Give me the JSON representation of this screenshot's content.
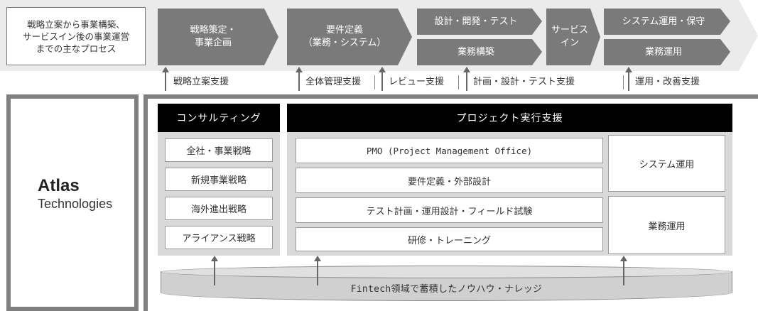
{
  "intro": {
    "line1": "戦略立案から事業構築、",
    "line2": "サービスイン後の事業運営",
    "line3": "までの主なプロセス"
  },
  "stages": {
    "strategy": "戦略策定・\n事業企画",
    "requirements": "要件定義\n（業務・システム）",
    "dev": "設計・開発・テスト",
    "business_build": "業務構築",
    "service_in": "サービス\nイン",
    "ops": "システム運用・保守",
    "biz_ops": "業務運用"
  },
  "supports": {
    "strategy": "戦略立案支援",
    "overall": "全体管理支援",
    "review": "レビュー支援",
    "plan_design_test": "計画・設計・テスト支援",
    "ops_improve": "運用・改善支援"
  },
  "company": {
    "name": "Atlas",
    "sub": "Technologies"
  },
  "consulting": {
    "title": "コンサルティング",
    "items": [
      "全社・事業戦略",
      "新規事業戦略",
      "海外進出戦略",
      "アライアンス戦略"
    ]
  },
  "project": {
    "title": "プロジェクト実行支援",
    "items": [
      "PMO (Project Management Office)",
      "要件定義・外部設計",
      "テスト計画・運用設計・フィールド試験",
      "研修・トレーニング"
    ],
    "side_items": [
      "システム運用",
      "業務運用"
    ]
  },
  "knowledge": {
    "label": "Fintech領域で蓄積したノウハウ・ナレッジ"
  },
  "colors": {
    "chevron": "#7a7a7a",
    "band": "#ebebeb",
    "panel": "#d9d9d9",
    "header": "#000000",
    "frame": "#7f7f7f"
  }
}
